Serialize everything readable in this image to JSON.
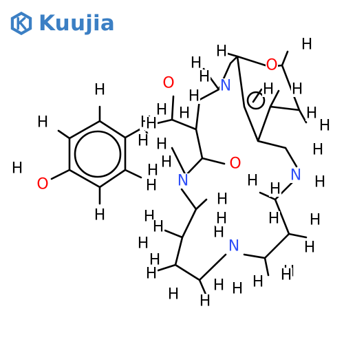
{
  "brand": {
    "name": "Kuujia",
    "color": "#3b7fc4",
    "icon": "k-hexagon-logo-icon"
  },
  "colors": {
    "carbon_bond": "#000000",
    "hydrogen": "#000000",
    "oxygen": "#ff0000",
    "nitrogen": "#3050f8"
  },
  "atom_labels": [
    {
      "id": "o-phenol",
      "text": "O",
      "element": "O"
    },
    {
      "id": "h-phenol",
      "text": "H",
      "element": "H"
    },
    {
      "id": "h-ar1",
      "text": "H",
      "element": "H"
    },
    {
      "id": "h-ar2",
      "text": "H",
      "element": "H"
    },
    {
      "id": "h-ar3",
      "text": "H",
      "element": "H"
    },
    {
      "id": "h-ar4",
      "text": "H",
      "element": "H"
    },
    {
      "id": "h-bz1",
      "text": "H",
      "element": "H"
    },
    {
      "id": "h-bz2",
      "text": "H",
      "element": "H"
    },
    {
      "id": "o-upper",
      "text": "O",
      "element": "O"
    },
    {
      "id": "n-upper",
      "text": "N",
      "element": "N"
    },
    {
      "id": "o-ring",
      "text": "O",
      "element": "O"
    },
    {
      "id": "o-carbonyl",
      "text": "O",
      "element": "O"
    },
    {
      "id": "n-amide",
      "text": "N",
      "element": "N"
    },
    {
      "id": "n-right",
      "text": "N",
      "element": "N"
    },
    {
      "id": "h-n-right",
      "text": "H",
      "element": "H"
    },
    {
      "id": "n-lower",
      "text": "N",
      "element": "N"
    },
    {
      "id": "h-n-lower",
      "text": "H",
      "element": "H"
    },
    {
      "id": "h-top1",
      "text": "H",
      "element": "H"
    },
    {
      "id": "h-top2",
      "text": "H",
      "element": "H"
    },
    {
      "id": "h-top3",
      "text": "H",
      "element": "H"
    },
    {
      "id": "h-top4",
      "text": "H",
      "element": "H"
    },
    {
      "id": "h-top5",
      "text": "H",
      "element": "H"
    },
    {
      "id": "h-top6",
      "text": "H",
      "element": "H"
    },
    {
      "id": "h-top7",
      "text": "H",
      "element": "H"
    },
    {
      "id": "h-top8",
      "text": "H",
      "element": "H"
    },
    {
      "id": "h-top9",
      "text": "H",
      "element": "H"
    },
    {
      "id": "h-mid1",
      "text": "H",
      "element": "H"
    },
    {
      "id": "h-mid2",
      "text": "H",
      "element": "H"
    },
    {
      "id": "h-mid3",
      "text": "H",
      "element": "H"
    },
    {
      "id": "h-mid4",
      "text": "H",
      "element": "H"
    },
    {
      "id": "h-mid5",
      "text": "H",
      "element": "H"
    },
    {
      "id": "h-mid6",
      "text": "H",
      "element": "H"
    },
    {
      "id": "h-r1",
      "text": "H",
      "element": "H"
    },
    {
      "id": "h-r2",
      "text": "H",
      "element": "H"
    },
    {
      "id": "h-r3",
      "text": "H",
      "element": "H"
    },
    {
      "id": "h-r4",
      "text": "H",
      "element": "H"
    },
    {
      "id": "h-r5",
      "text": "H",
      "element": "H"
    },
    {
      "id": "h-r6",
      "text": "H",
      "element": "H"
    },
    {
      "id": "h-l1",
      "text": "H",
      "element": "H"
    },
    {
      "id": "h-l2",
      "text": "H",
      "element": "H"
    },
    {
      "id": "h-l3",
      "text": "H",
      "element": "H"
    },
    {
      "id": "h-l4",
      "text": "H",
      "element": "H"
    },
    {
      "id": "h-l5",
      "text": "H",
      "element": "H"
    },
    {
      "id": "h-l6",
      "text": "H",
      "element": "H"
    },
    {
      "id": "h-b1",
      "text": "H",
      "element": "H"
    },
    {
      "id": "h-b2",
      "text": "H",
      "element": "H"
    },
    {
      "id": "h-b3",
      "text": "H",
      "element": "H"
    },
    {
      "id": "h-b4",
      "text": "H",
      "element": "H"
    },
    {
      "id": "h-b5",
      "text": "H",
      "element": "H"
    },
    {
      "id": "h-b6",
      "text": "H",
      "element": "H"
    },
    {
      "id": "h-b7",
      "text": "H",
      "element": "H"
    },
    {
      "id": "h-b8",
      "text": "H",
      "element": "H"
    }
  ]
}
